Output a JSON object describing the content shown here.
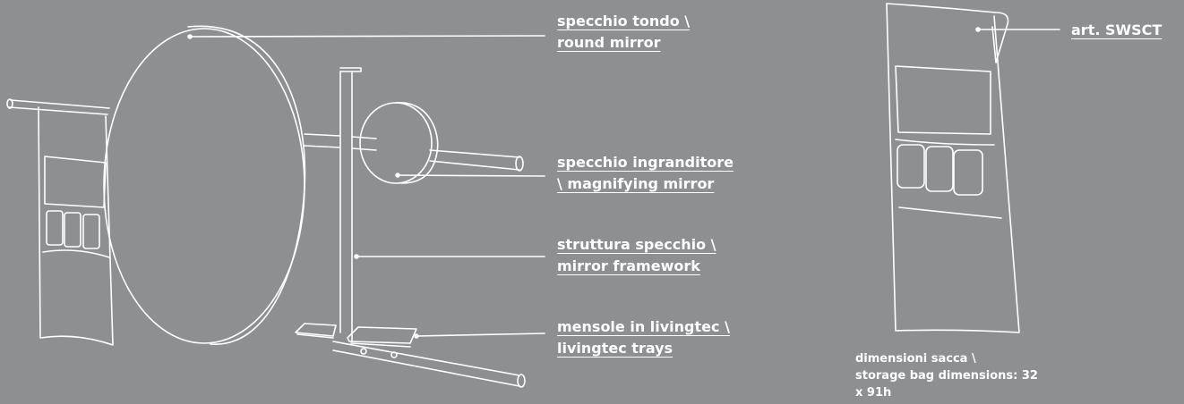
{
  "colors": {
    "background": "#8e8f91",
    "lines": "#ffffff"
  },
  "labels": {
    "round_mirror": {
      "line1": "specchio tondo \\",
      "line2": "round mirror"
    },
    "magnifying_mirror": {
      "line1": "specchio ingranditore",
      "line2": "\\ magnifying mirror"
    },
    "mirror_framework": {
      "line1": "struttura specchio \\",
      "line2": "mirror framework"
    },
    "trays": {
      "line1": "mensole in livingtec \\",
      "line2": "livingtec trays"
    },
    "article": {
      "code": "art. SWSCT"
    }
  },
  "bag_dimensions": {
    "line1": "dimensioni sacca \\",
    "line2": "storage bag dimensions: 32",
    "line3": "x 91h"
  }
}
